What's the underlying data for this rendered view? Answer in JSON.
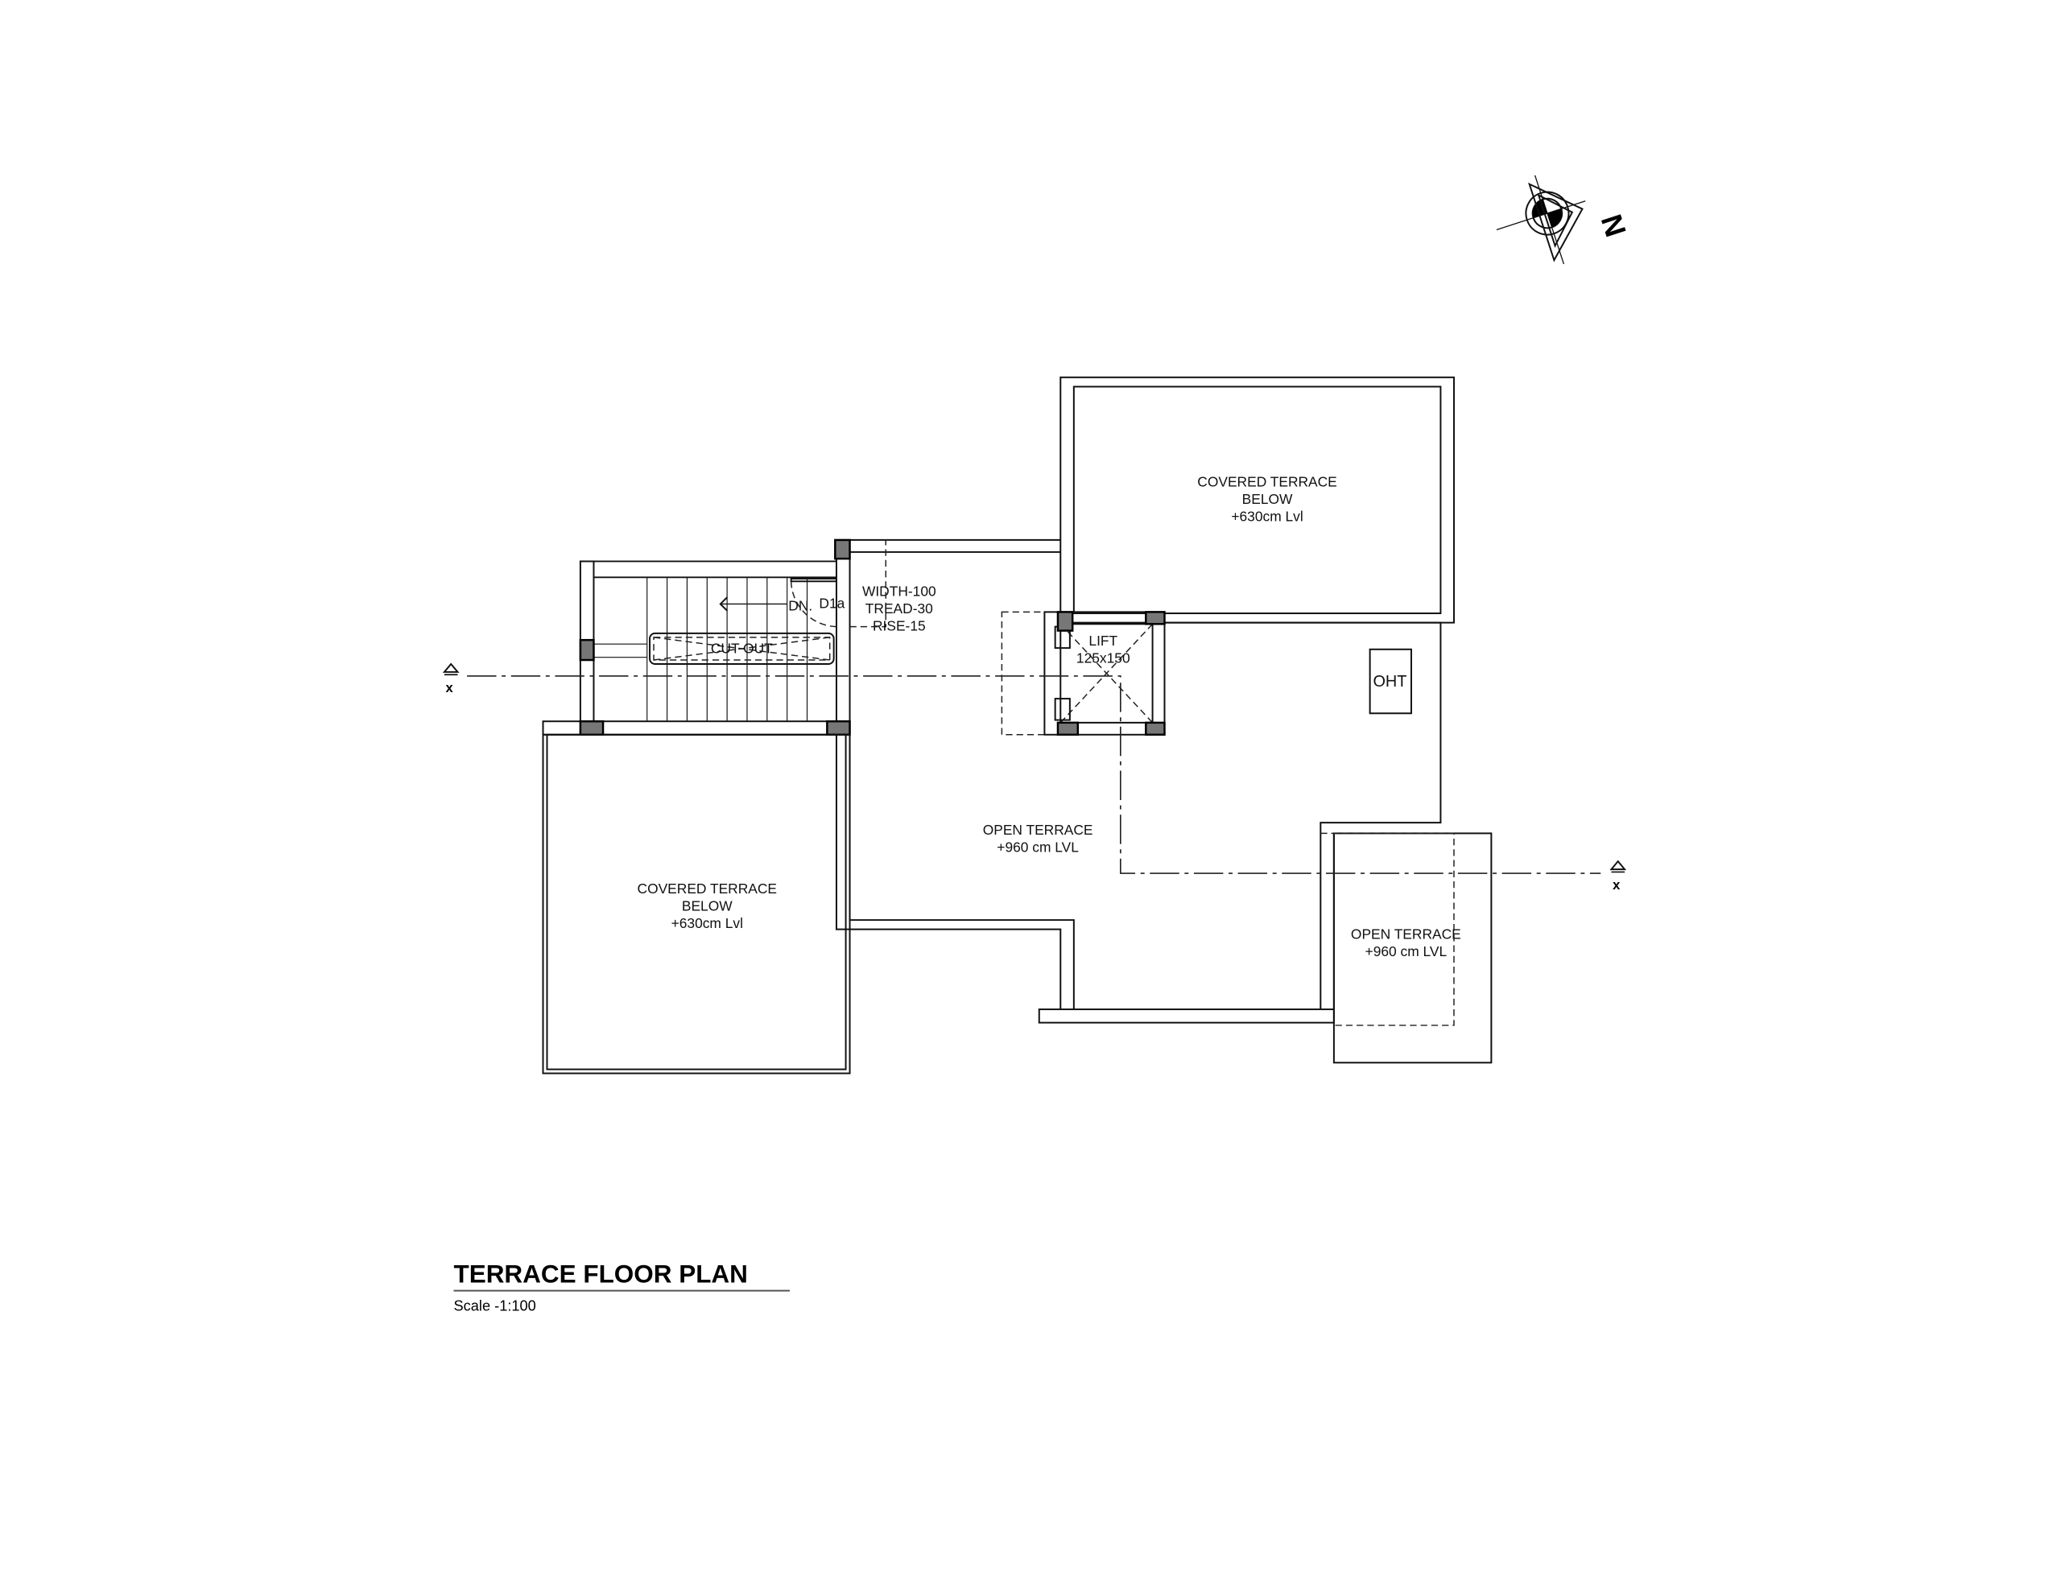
{
  "title": "TERRACE FLOOR PLAN",
  "scale": "Scale -1:100",
  "north_label": "N",
  "section_marker": "x",
  "rooms": {
    "covered_top": [
      "COVERED TERRACE",
      "BELOW",
      "+630cm Lvl"
    ],
    "covered_bottom": [
      "COVERED TERRACE",
      "BELOW",
      "+630cm Lvl"
    ],
    "open_mid": [
      "OPEN TERRACE",
      "+960 cm LVL"
    ],
    "open_right": [
      "OPEN TERRACE",
      "+960 cm LVL"
    ],
    "oht": "OHT",
    "lift": [
      "LIFT",
      "125x150"
    ],
    "stair": [
      "WIDTH-100",
      "TREAD-30",
      "RISE-15"
    ],
    "dn": "DN.",
    "door": "D1a",
    "cutout": "CUT OUT"
  }
}
